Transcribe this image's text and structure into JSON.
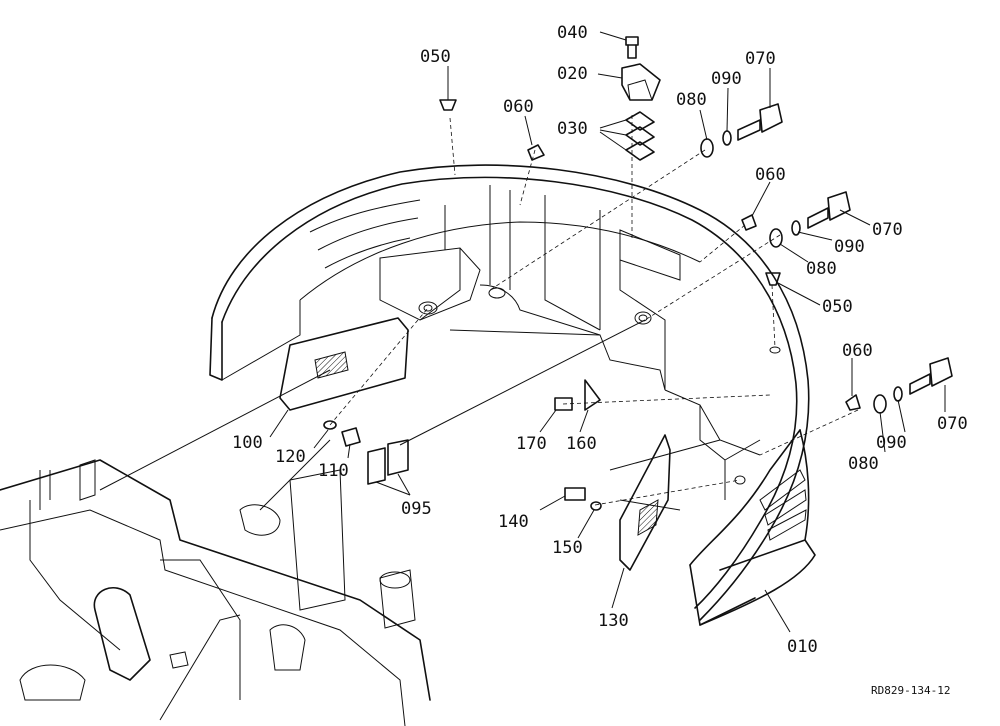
{
  "diagram": {
    "drawing_code": "RD829-134-12",
    "callouts": [
      {
        "id": "p040",
        "text": "040"
      },
      {
        "id": "p020",
        "text": "020"
      },
      {
        "id": "p030",
        "text": "030"
      },
      {
        "id": "p050a",
        "text": "050"
      },
      {
        "id": "p060a",
        "text": "060"
      },
      {
        "id": "p080a",
        "text": "080"
      },
      {
        "id": "p090a",
        "text": "090"
      },
      {
        "id": "p070a",
        "text": "070"
      },
      {
        "id": "p060b",
        "text": "060"
      },
      {
        "id": "p070b",
        "text": "070"
      },
      {
        "id": "p090b",
        "text": "090"
      },
      {
        "id": "p080b",
        "text": "080"
      },
      {
        "id": "p050b",
        "text": "050"
      },
      {
        "id": "p060c",
        "text": "060"
      },
      {
        "id": "p070c",
        "text": "070"
      },
      {
        "id": "p090c",
        "text": "090"
      },
      {
        "id": "p080c",
        "text": "080"
      },
      {
        "id": "p100",
        "text": "100"
      },
      {
        "id": "p120",
        "text": "120"
      },
      {
        "id": "p110",
        "text": "110"
      },
      {
        "id": "p095",
        "text": "095"
      },
      {
        "id": "p170",
        "text": "170"
      },
      {
        "id": "p160",
        "text": "160"
      },
      {
        "id": "p140",
        "text": "140"
      },
      {
        "id": "p150",
        "text": "150"
      },
      {
        "id": "p130",
        "text": "130"
      },
      {
        "id": "p010",
        "text": "010"
      }
    ]
  }
}
